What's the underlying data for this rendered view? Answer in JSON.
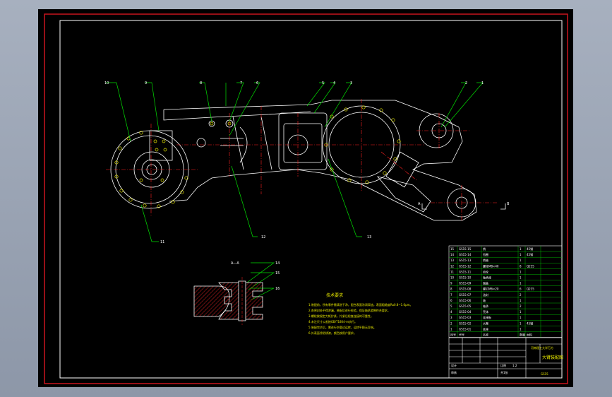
{
  "colors": {
    "background_outer": "#98a1b2",
    "sheet": "#000000",
    "frame_red": "#c8141e",
    "line_white": "#ffffff",
    "line_green": "#00e000",
    "line_red": "#ff2020",
    "hatch": "#d02020",
    "text_yellow": "#e8e800"
  },
  "section_labels": {
    "a_left": "A",
    "a_right": "B",
    "section_title": "A—A"
  },
  "callouts": {
    "c10": "10",
    "c9": "9",
    "c8": "8",
    "c7": "7",
    "c6": "6",
    "c5": "5",
    "c4": "4",
    "c3": "3",
    "c2": "2",
    "c1": "1",
    "c11": "11",
    "c12": "12",
    "c13": "13",
    "c14": "14",
    "c15": "15",
    "c16": "16"
  },
  "tech_notes": {
    "title": "技术要求",
    "lines": [
      "1.装配前，所有零件需清洗干净，配合表面涂润滑油，表面粗糙度Ra0.8~1.6μm。",
      "2.各密封处不得渗漏，装配后进行检验，保证轴承游隙符合要求。",
      "3.螺栓按规定力矩拧紧，拧紧后检查连接的可靠性。",
      "4.未注尺寸公差按GB/T1804-m执行。",
      "5.装配完毕后，需进行空载试运转，运转平稳无异响。",
      "6.外表面涂防锈漆，颜色按用户要求。"
    ]
  },
  "bom_rows": [
    {
      "no": "15",
      "code": "GS15-15",
      "name": "销",
      "qty": "1",
      "mat": "45钢"
    },
    {
      "no": "14",
      "code": "GS15-14",
      "name": "挡圈",
      "qty": "1",
      "mat": "45钢"
    },
    {
      "no": "13",
      "code": "GS15-13",
      "name": "销轴",
      "qty": "1",
      "mat": ""
    },
    {
      "no": "12",
      "code": "GS15-12",
      "name": "螺栓M8×40",
      "qty": "8",
      "mat": "Q235"
    },
    {
      "no": "11",
      "code": "GS15-11",
      "name": "齿轮",
      "qty": "1",
      "mat": ""
    },
    {
      "no": "10",
      "code": "GS15-10",
      "name": "轴承座",
      "qty": "1",
      "mat": ""
    },
    {
      "no": "9",
      "code": "GS15-09",
      "name": "端盖",
      "qty": "1",
      "mat": ""
    },
    {
      "no": "8",
      "code": "GS15-08",
      "name": "螺钉M6×20",
      "qty": "6",
      "mat": "Q235"
    },
    {
      "no": "7",
      "code": "GS15-07",
      "name": "油封",
      "qty": "2",
      "mat": ""
    },
    {
      "no": "6",
      "code": "GS15-06",
      "name": "轴",
      "qty": "1",
      "mat": ""
    },
    {
      "no": "5",
      "code": "GS15-05",
      "name": "轴承",
      "qty": "2",
      "mat": ""
    },
    {
      "no": "4",
      "code": "GS15-04",
      "name": "壳体",
      "qty": "1",
      "mat": ""
    },
    {
      "no": "3",
      "code": "GS15-03",
      "name": "连接板",
      "qty": "1",
      "mat": ""
    },
    {
      "no": "2",
      "code": "GS15-02",
      "name": "大臂",
      "qty": "1",
      "mat": "45钢"
    },
    {
      "no": "1",
      "code": "GS15-01",
      "name": "底座",
      "qty": "1",
      "mat": ""
    }
  ],
  "bom_header": {
    "no": "序号",
    "code": "代号",
    "name": "名称",
    "qty": "数量",
    "mat": "材料"
  },
  "title_block": {
    "school": "河南理工大学万方",
    "drawing_title": "大臂装配图",
    "drawing_no": "GS15",
    "label_design": "设计",
    "label_check": "审核",
    "label_scale": "比例",
    "scale": "1:2",
    "label_sheet": "共1张"
  }
}
